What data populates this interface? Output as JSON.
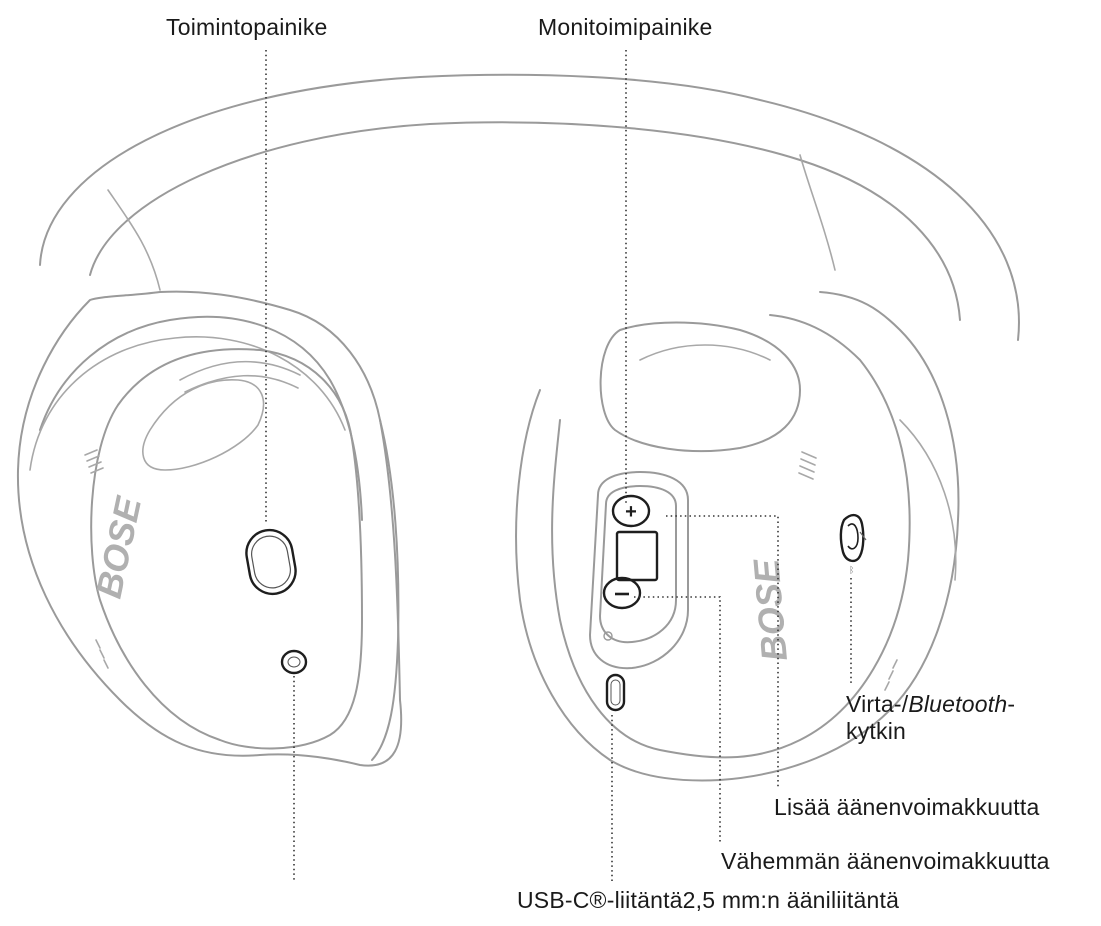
{
  "labels": {
    "action_button": "Toimintopainike",
    "multifunction_button": "Monitoimipainike",
    "power_prefix": "Virta-/",
    "power_bt": "Bluetooth",
    "power_suffix": "-",
    "power_line2": "kytkin",
    "volume_up": "Lisää äänenvoimakkuutta",
    "volume_down": "Vähemmän äänenvoimakkuutta",
    "bottom_ports": "USB-C®-liitäntä2,5 mm:n ääniliitäntä"
  },
  "brand": {
    "logo_text": "BOSE"
  },
  "icons": {
    "plus": "+",
    "minus": "−"
  },
  "colors": {
    "outline": "#9a9a9a",
    "dark_outline": "#1e1e1e",
    "leader": "#333333",
    "text": "#1a1a1a"
  }
}
